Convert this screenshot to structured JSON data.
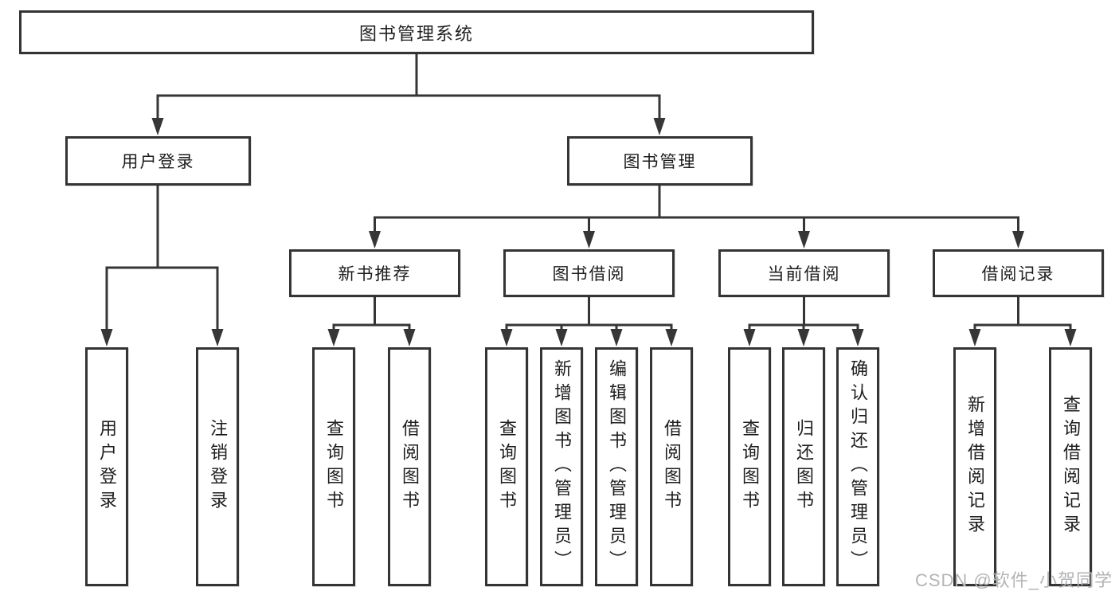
{
  "nodes": {
    "root": "图书管理系统",
    "user_login": "用户登录",
    "book_mgmt": "图书管理",
    "new_books": "新书推荐",
    "book_borrow": "图书借阅",
    "current_borrow": "当前借阅",
    "borrow_records": "借阅记录"
  },
  "leaves": {
    "user_login": [
      "用户登录",
      "注销登录"
    ],
    "new_books": [
      "查询图书",
      "借阅图书"
    ],
    "book_borrow": [
      "查询图书",
      "新增图书（管理员）",
      "编辑图书（管理员）",
      "借阅图书"
    ],
    "current_borrow": [
      "查询图书",
      "归还图书",
      "确认归还（管理员）"
    ],
    "borrow_records": [
      "新增借阅记录",
      "查询借阅记录"
    ]
  },
  "watermark": "CSDN @软件_小贺同学",
  "colors": {
    "line": "#363636",
    "text": "#1d1d1d",
    "watermark": "#b3b4b6",
    "background": "#ffffff"
  }
}
